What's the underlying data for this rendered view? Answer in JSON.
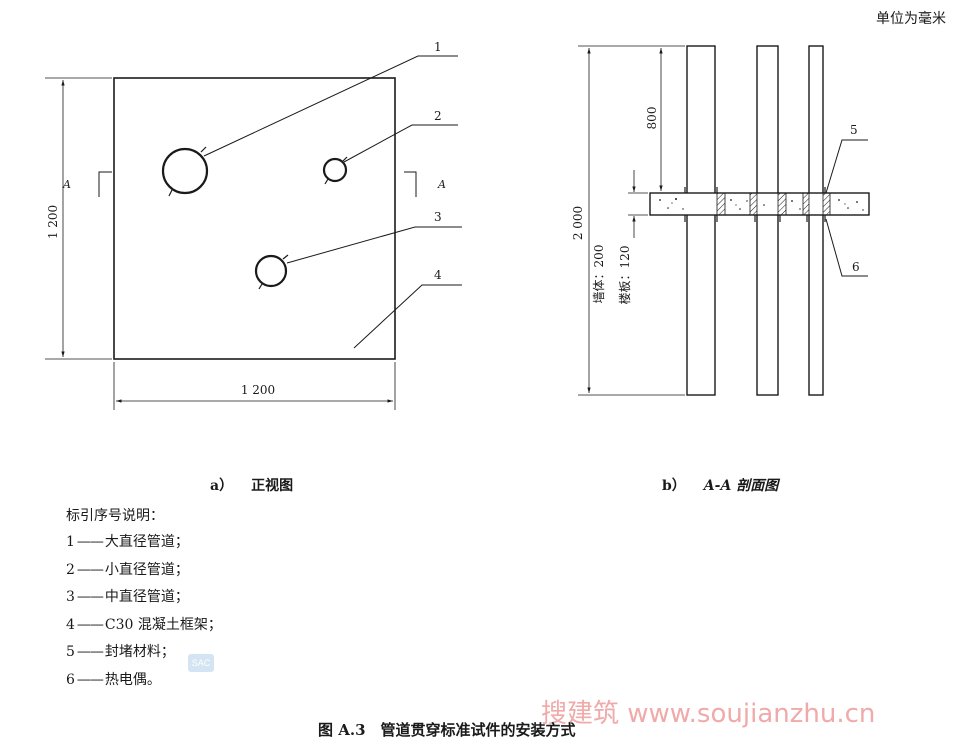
{
  "unit_note": "单位为毫米",
  "front_view": {
    "label": "a）",
    "title": "正视图",
    "width_dim": "1 200",
    "height_dim": "1 200",
    "section_mark": "A",
    "callouts": [
      "1",
      "2",
      "3",
      "4"
    ]
  },
  "section_view": {
    "label": "b）",
    "title": "A-A 剖面图",
    "dim_total": "2 000",
    "dim_top": "800",
    "dim_wall": "墙体：200",
    "dim_slab": "楼板：120",
    "callouts": [
      "5",
      "6"
    ]
  },
  "legend": {
    "title": "标引序号说明：",
    "items": [
      {
        "num": "1",
        "text": "大直径管道；"
      },
      {
        "num": "2",
        "text": "小直径管道；"
      },
      {
        "num": "3",
        "text": "中直径管道；"
      },
      {
        "num": "4",
        "text": "C30 混凝土框架；"
      },
      {
        "num": "5",
        "text": "封堵材料；"
      },
      {
        "num": "6",
        "text": "热电偶。"
      }
    ]
  },
  "figure_title": "图 A.3　管道贯穿标准试件的安装方式",
  "watermark": "搜建筑 www.soujianzhu.cn",
  "stamp_text": "SAC"
}
